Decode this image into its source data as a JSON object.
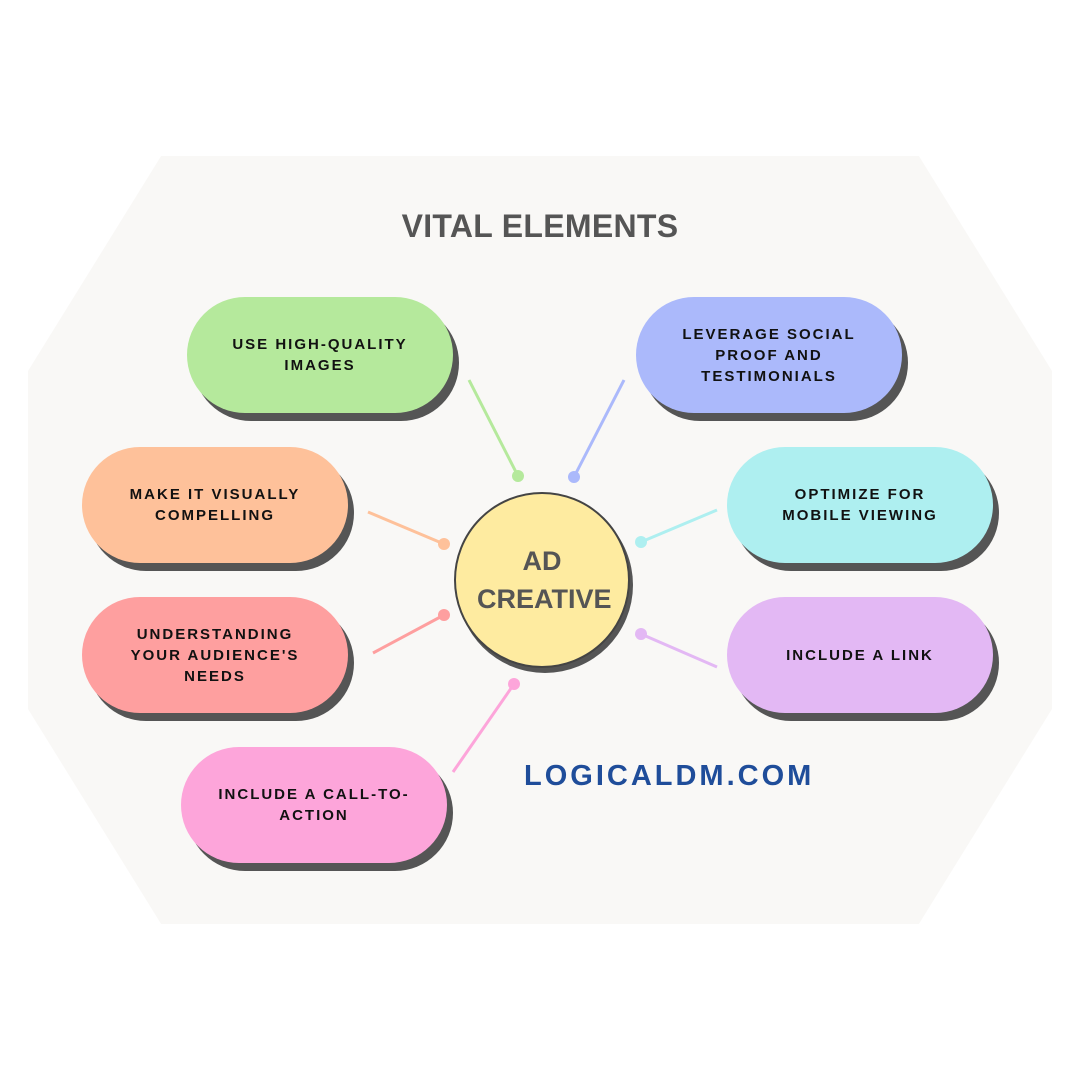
{
  "title": "VITAL ELEMENTS",
  "hub": {
    "label": "AD CREATIVE",
    "color": "#feeba0"
  },
  "website": "LOGICALDM.COM",
  "nodes": [
    {
      "id": "images",
      "label": "USE HIGH-QUALITY IMAGES",
      "color": "#b5e99c"
    },
    {
      "id": "social",
      "label": "LEVERAGE SOCIAL PROOF AND TESTIMONIALS",
      "color": "#abb9fb"
    },
    {
      "id": "visual",
      "label": "MAKE IT VISUALLY COMPELLING",
      "color": "#fec19a"
    },
    {
      "id": "mobile",
      "label": "OPTIMIZE FOR MOBILE VIEWING",
      "color": "#aeeff0"
    },
    {
      "id": "audience",
      "label": "UNDERSTANDING YOUR AUDIENCE'S NEEDS",
      "color": "#fe9f9f"
    },
    {
      "id": "link",
      "label": "INCLUDE A LINK",
      "color": "#e3b8f4"
    },
    {
      "id": "cta",
      "label": "INCLUDE A CALL-TO-ACTION",
      "color": "#fda5da"
    }
  ]
}
